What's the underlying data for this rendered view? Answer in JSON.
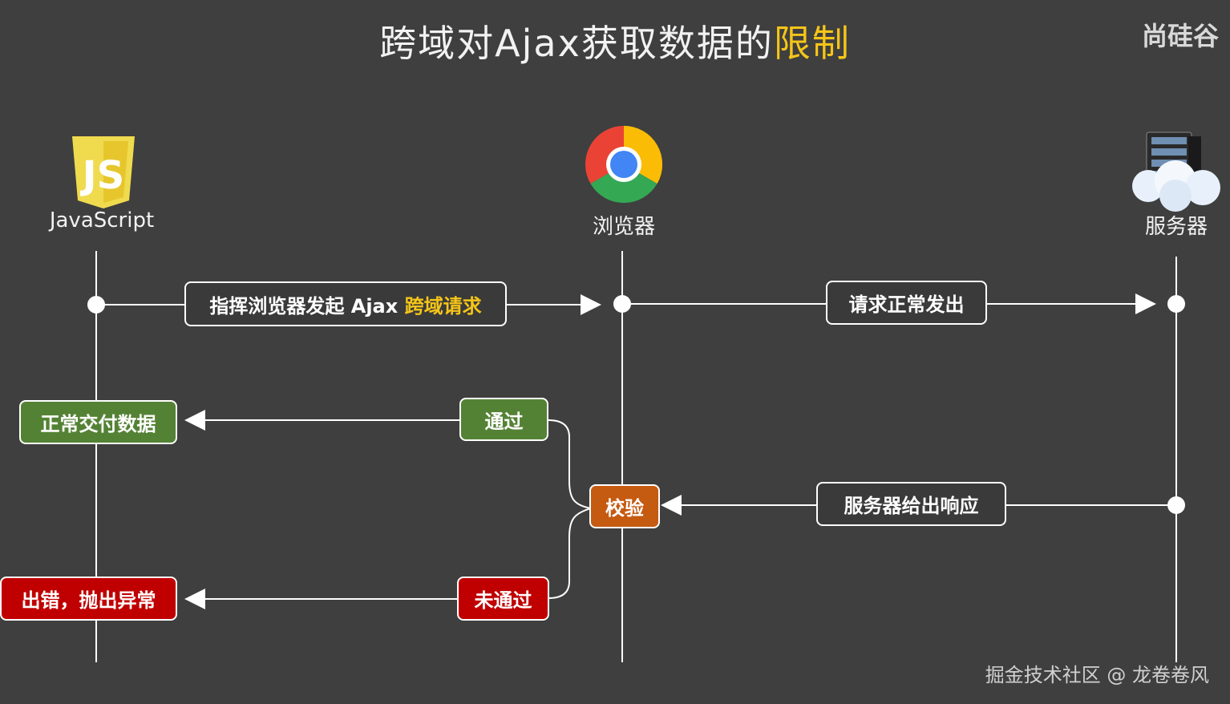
{
  "title": {
    "main": "跨域对Ajax获取数据的",
    "highlight": "限制"
  },
  "brand": "尚硅谷",
  "watermark": "掘金技术社区 @ 龙卷卷风",
  "actors": {
    "js": {
      "label": "JavaScript",
      "icon": "javascript-logo-icon",
      "logo_text": "JS"
    },
    "browser": {
      "label": "浏览器",
      "icon": "chrome-browser-icon"
    },
    "server": {
      "label": "服务器",
      "icon": "server-cloud-icon"
    }
  },
  "messages": {
    "js_to_browser": {
      "text": "指挥浏览器发起 Ajax ",
      "highlight": "跨域请求"
    },
    "browser_to_server": {
      "text": "请求正常发出"
    },
    "server_to_browser": {
      "text": "服务器给出响应"
    },
    "check": {
      "text": "校验"
    },
    "pass": {
      "text": "通过"
    },
    "fail": {
      "text": "未通过"
    },
    "deliver": {
      "text": "正常交付数据"
    },
    "error": {
      "text": "出错，抛出异常"
    }
  },
  "colors": {
    "background": "#3f3f3f",
    "highlight": "#f5c518",
    "pass_green": "#548235",
    "check_orange": "#c55a11",
    "error_red": "#c00000"
  }
}
